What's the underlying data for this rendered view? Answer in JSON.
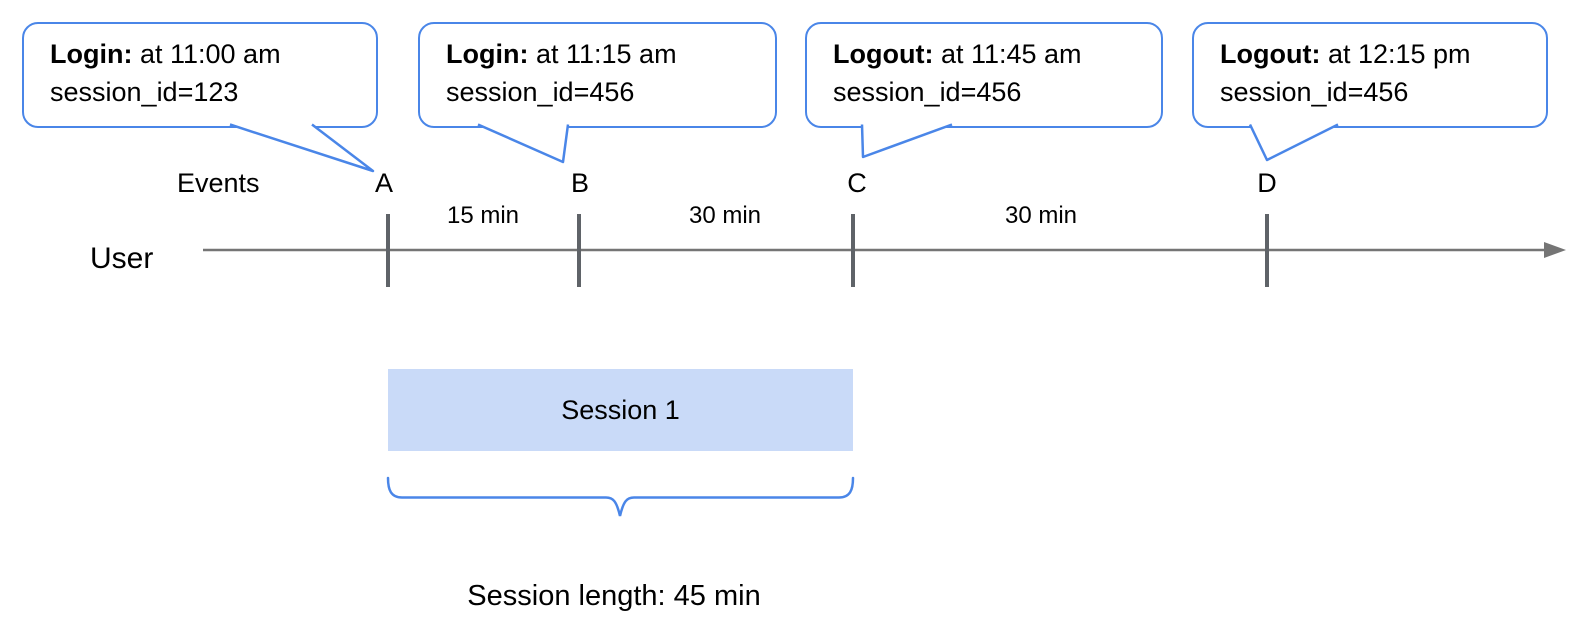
{
  "colors": {
    "accent_blue": "#4a86e8",
    "session_fill": "#c9daf8",
    "timeline_gray": "#757575",
    "tick_gray": "#5f6368",
    "text": "#000000"
  },
  "callouts": [
    {
      "bold": "Login:",
      "rest": " at 11:00 am",
      "line2": "session_id=123",
      "points_to": "A"
    },
    {
      "bold": "Login:",
      "rest": " at 11:15 am",
      "line2": "session_id=456",
      "points_to": "B"
    },
    {
      "bold": "Logout:",
      "rest": " at 11:45 am",
      "line2": "session_id=456",
      "points_to": "C"
    },
    {
      "bold": "Logout:",
      "rest": " at 12:15 pm",
      "line2": "session_id=456",
      "points_to": "D"
    }
  ],
  "timeline": {
    "axis_label": "User",
    "events_label": "Events",
    "event_markers": [
      "A",
      "B",
      "C",
      "D"
    ],
    "intervals": [
      "15 min",
      "30 min",
      "30 min"
    ]
  },
  "session": {
    "label": "Session 1",
    "length_label": "Session length: 45 min"
  }
}
